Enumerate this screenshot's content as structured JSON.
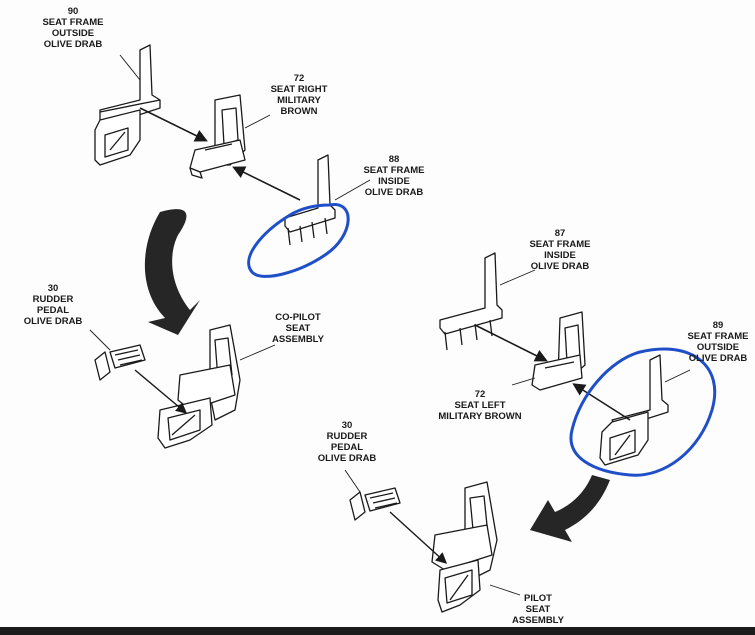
{
  "labels": {
    "seat_frame_outside_top": [
      "90",
      "SEAT FRAME",
      "OUTSIDE",
      "OLIVE DRAB"
    ],
    "seat_right": [
      "72",
      "SEAT RIGHT",
      "MILITARY",
      "BROWN"
    ],
    "seat_frame_inside_top": [
      "88",
      "SEAT FRAME",
      "INSIDE",
      "OLIVE DRAB"
    ],
    "seat_frame_inside_right": [
      "87",
      "SEAT FRAME",
      "INSIDE",
      "OLIVE DRAB"
    ],
    "seat_frame_outside_right": [
      "89",
      "SEAT FRAME",
      "OUTSIDE",
      "OLIVE DRAB"
    ],
    "rudder_pedal_left": [
      "30",
      "RUDDER",
      "PEDAL",
      "OLIVE DRAB"
    ],
    "copilot_seat": [
      "CO-PILOT",
      "SEAT",
      "ASSEMBLY"
    ],
    "seat_left": [
      "72",
      "SEAT LEFT",
      "MILITARY BROWN"
    ],
    "rudder_pedal_right": [
      "30",
      "RUDDER",
      "PEDAL",
      "OLIVE DRAB"
    ],
    "pilot_seat": [
      "PILOT",
      "SEAT",
      "ASSEMBLY"
    ]
  },
  "colors": {
    "line_art": "#1a1a1a",
    "highlight_circle": "#1f4fc8",
    "assembly_arrow": "#222222"
  }
}
